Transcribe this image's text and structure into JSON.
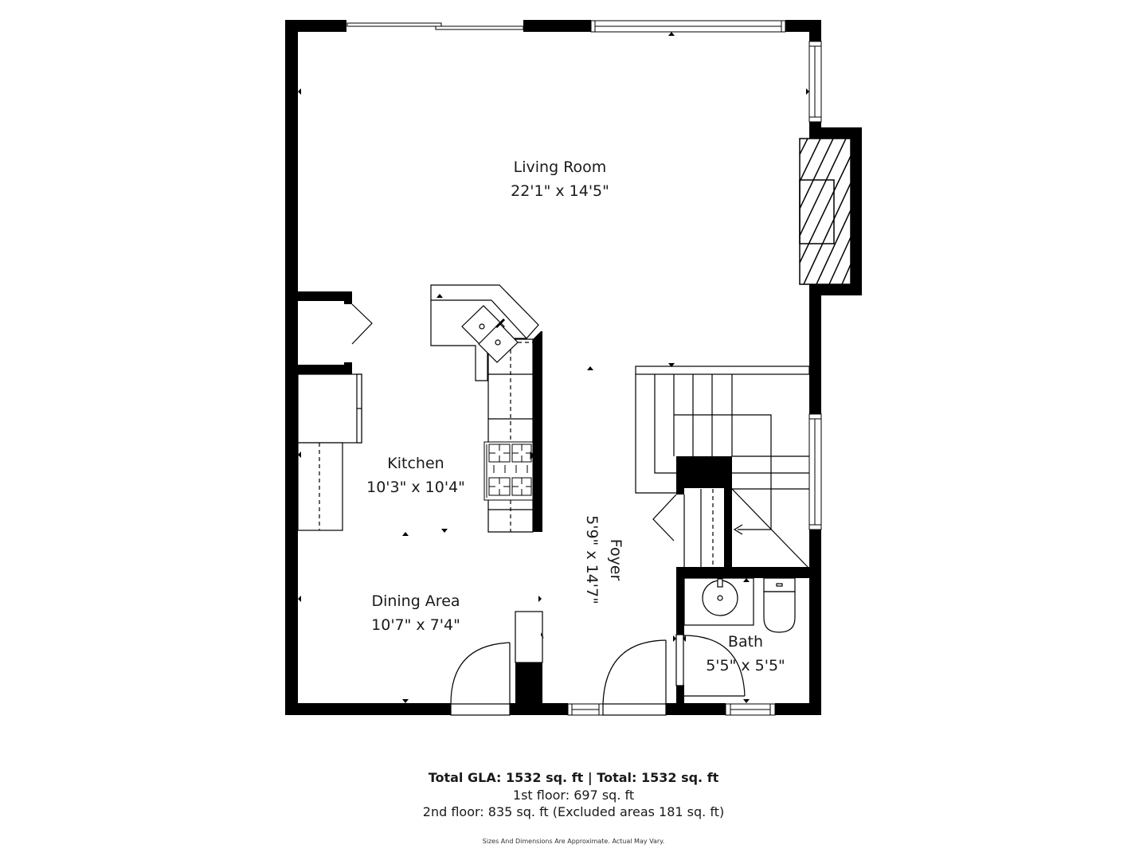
{
  "plan": {
    "floor": "1st floor",
    "colors": {
      "wall": "#000000",
      "fixture_line": "#222222",
      "background": "#ffffff"
    },
    "rooms": [
      {
        "id": "living",
        "name": "Living Room",
        "dimensions": "22'1\" x 14'5\""
      },
      {
        "id": "kitchen",
        "name": "Kitchen",
        "dimensions": "10'3\" x 10'4\""
      },
      {
        "id": "dining",
        "name": "Dining Area",
        "dimensions": "10'7\" x 7'4\""
      },
      {
        "id": "foyer",
        "name": "Foyer",
        "dimensions": "5'9\" x 14'7\""
      },
      {
        "id": "bath",
        "name": "Bath",
        "dimensions": "5'5\" x 5'5\""
      }
    ],
    "fixtures": [
      "fireplace-icon",
      "sink-icon",
      "stove-icon",
      "toilet-icon",
      "bath-sink-icon",
      "stairs-icon",
      "sliding-door-icon",
      "window-icon",
      "door-swing-icon"
    ]
  },
  "footer": {
    "total": "Total GLA: 1532 sq. ft | Total: 1532 sq. ft",
    "first_floor": "1st floor: 697 sq. ft",
    "second_floor": "2nd floor: 835 sq. ft (Excluded areas 181 sq. ft)",
    "disclaimer": "Sizes And Dimensions Are Approximate. Actual May Vary."
  }
}
